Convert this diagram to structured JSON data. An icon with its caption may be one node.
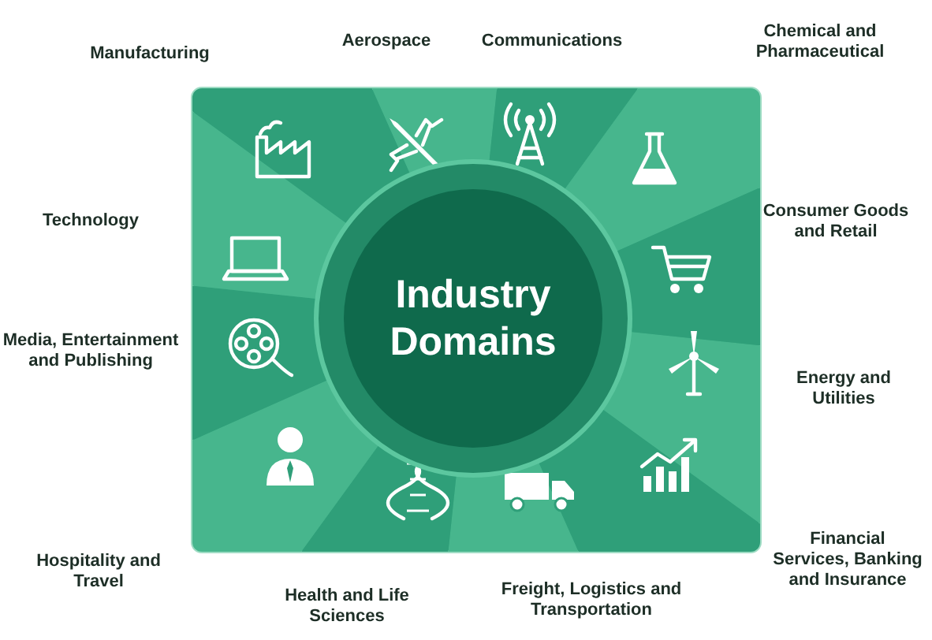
{
  "diagram": {
    "nodes": [
      {
        "text": [
          "Industry Domains"
        ]
      }
    ],
    "labels": [
      "Manufacturing",
      "Aerospace",
      "Communications",
      "Chemical and Pharmaceutical",
      "Technology",
      "Consumer Goods and Retail",
      "Media, Entertainment and Publishing",
      "Energy and Utilities",
      "Financial Services, Banking and Insurance",
      "Hospitality and Travel",
      "Health and Life Sciences",
      "Freight, Logistics and Transportation"
    ]
  }
}
